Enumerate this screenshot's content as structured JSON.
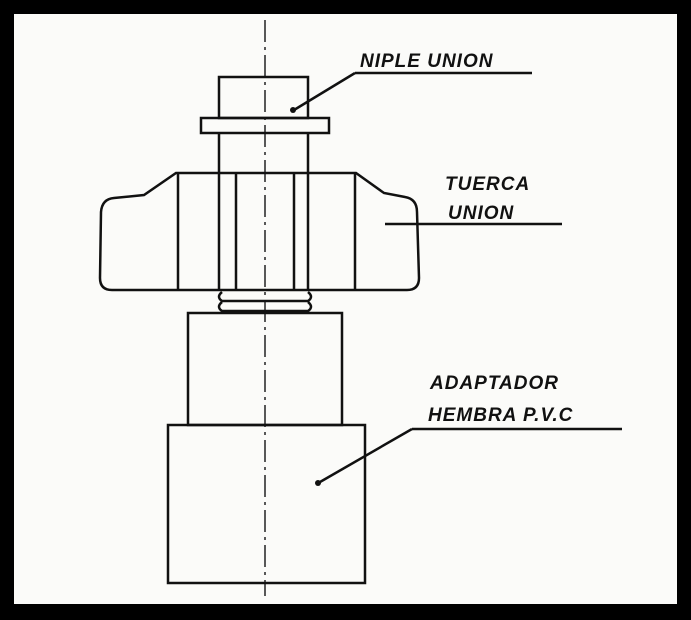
{
  "diagram": {
    "labels": {
      "niple": "NIPLE UNION",
      "tuerca_1": "TUERCA",
      "tuerca_2": "UNION",
      "adaptador_1": "ADAPTADOR",
      "adaptador_2": "HEMBRA P.V.C"
    },
    "colors": {
      "frame": "#000000",
      "paper": "#fbfbf9",
      "ink": "#111111"
    }
  }
}
